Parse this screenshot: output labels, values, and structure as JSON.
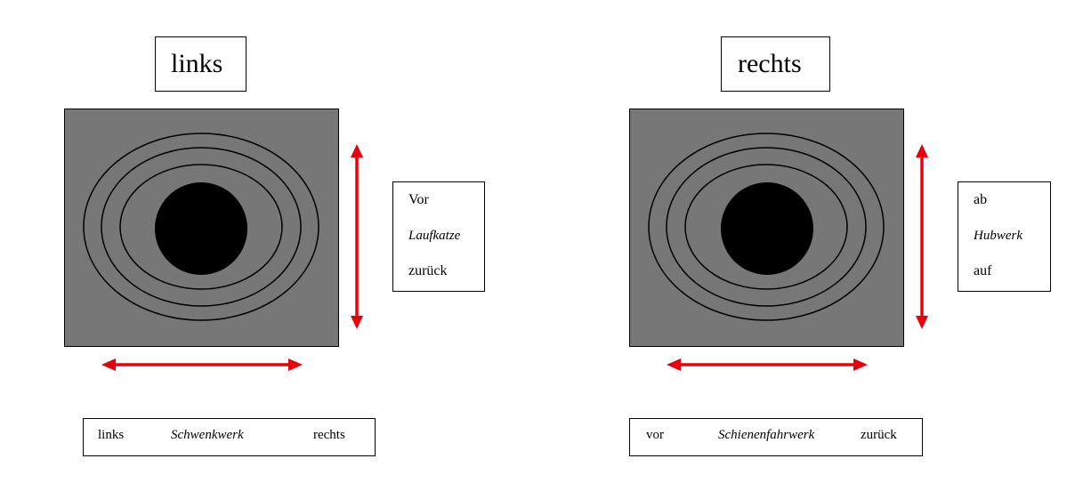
{
  "colors": {
    "joystick_fill": "#777777",
    "knob": "#000000",
    "arrow": "#e8000b"
  },
  "left_panel": {
    "title": "links",
    "side_label": {
      "top": "Vor",
      "middle": "Laufkatze",
      "bottom": "zurück"
    },
    "bottom_label": {
      "left": "links",
      "middle": "Schwenkwerk",
      "right": "rechts"
    }
  },
  "right_panel": {
    "title": "rechts",
    "side_label": {
      "top": "ab",
      "middle": "Hubwerk",
      "bottom": "auf"
    },
    "bottom_label": {
      "left": "vor",
      "middle": "Schienenfahrwerk",
      "right": "zurück"
    }
  }
}
